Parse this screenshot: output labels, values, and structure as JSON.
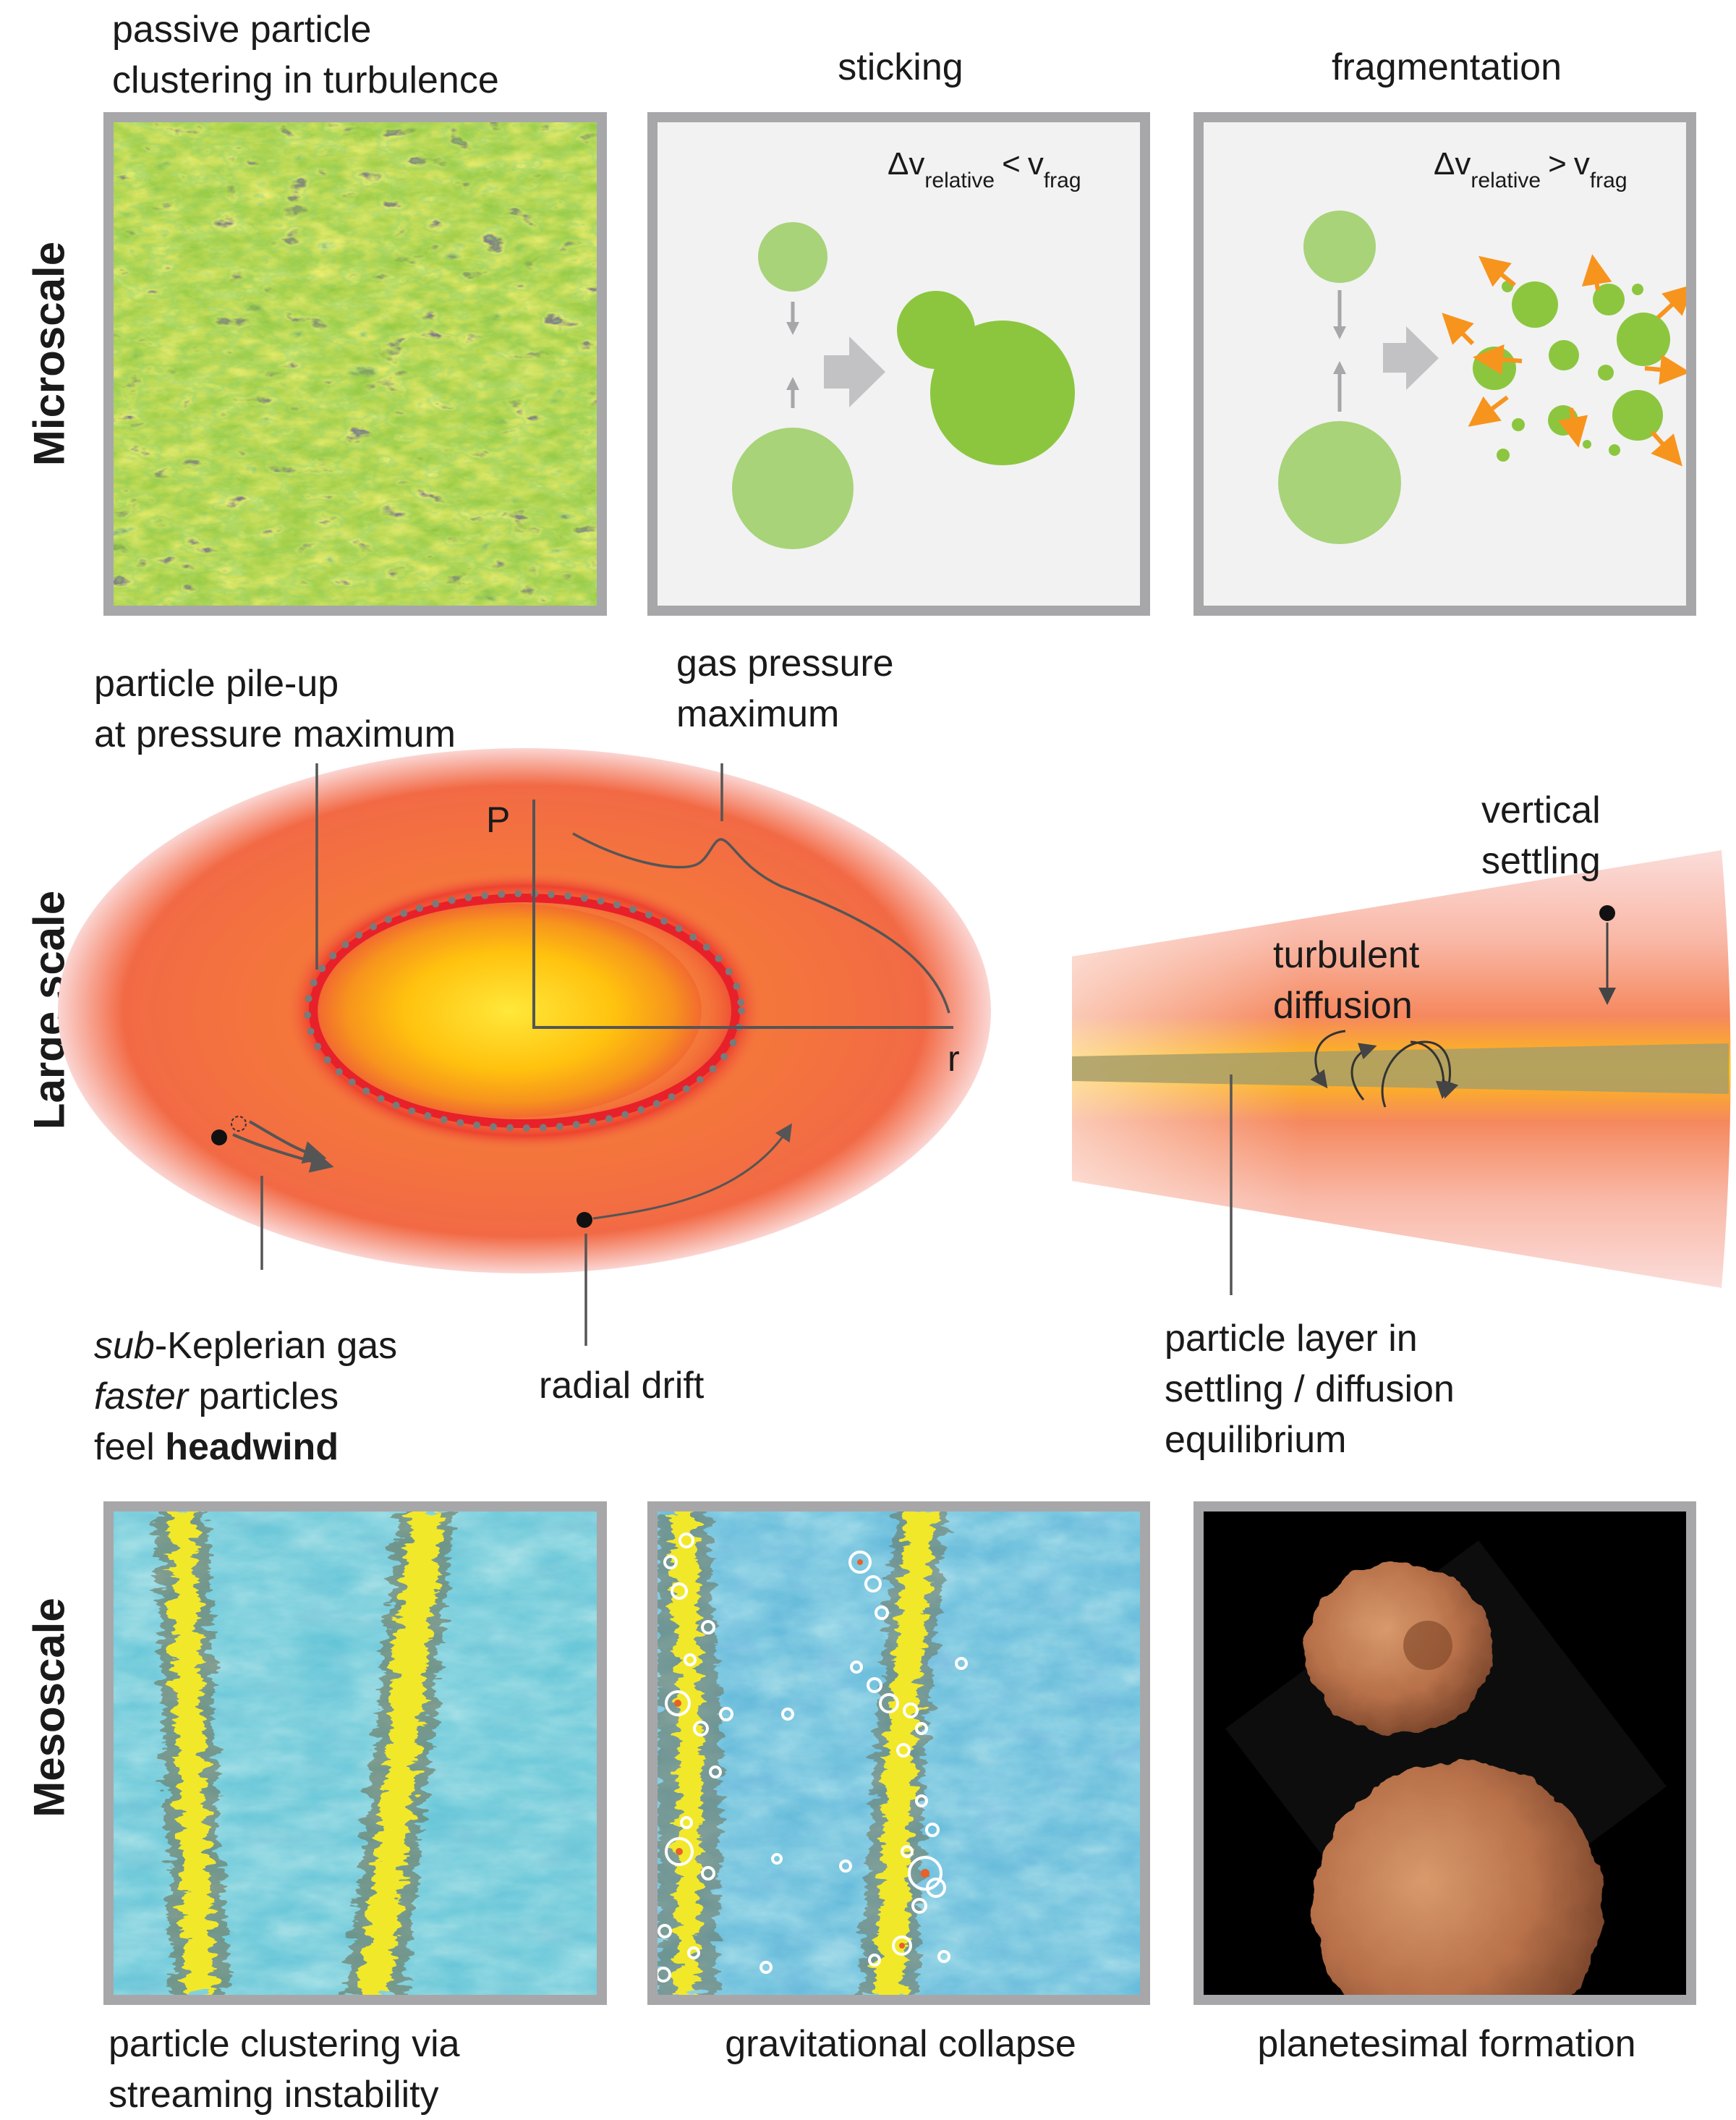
{
  "rows": {
    "micro": "Microscale",
    "large": "Large scale",
    "meso": "Mesoscale"
  },
  "micro": {
    "turb_line1": "passive particle",
    "turb_line2": "clustering in turbulence",
    "sticking_title": "sticking",
    "frag_title": "fragmentation",
    "delta_v": "Δv",
    "relative": "relative",
    "lt": "<",
    "gt": ">",
    "v": "v",
    "frag": "frag"
  },
  "large": {
    "pileup_line1": "particle pile-up",
    "pileup_line2": "at pressure maximum",
    "gasmax_line1": "gas pressure",
    "gasmax_line2": "maximum",
    "axis_p": "P",
    "axis_r": "r",
    "settling_line1": "vertical",
    "settling_line2": "settling",
    "turbdiff_line1": "turbulent",
    "turbdiff_line2": "diffusion",
    "subkep_sub": "sub",
    "subkep_rest": "-Keplerian gas",
    "faster_italic": "faster",
    "faster_rest": " particles",
    "feel": "feel ",
    "headwind": "headwind",
    "radial_drift": "radial drift",
    "layer_line1": "particle layer in",
    "layer_line2": "settling / diffusion",
    "layer_line3": "equilibrium"
  },
  "meso": {
    "si_line1": "particle clustering via",
    "si_line2": "streaming instability",
    "grav": "gravitational collapse",
    "plan": "planetesimal formation"
  },
  "colors": {
    "frame": "#a7a7a9",
    "panel_bg": "#f2f2f2",
    "particle_light": "#a8d379",
    "particle_dark": "#8cc63f",
    "frag_arrow": "#f7941d",
    "disk_outer": "#f26a45",
    "disk_core": "#ffd500",
    "ring": "#e8202a",
    "meso_cyan": "#5fc3d6",
    "filament_yellow": "#f2e82c",
    "planetesimal": "#b8714a"
  }
}
